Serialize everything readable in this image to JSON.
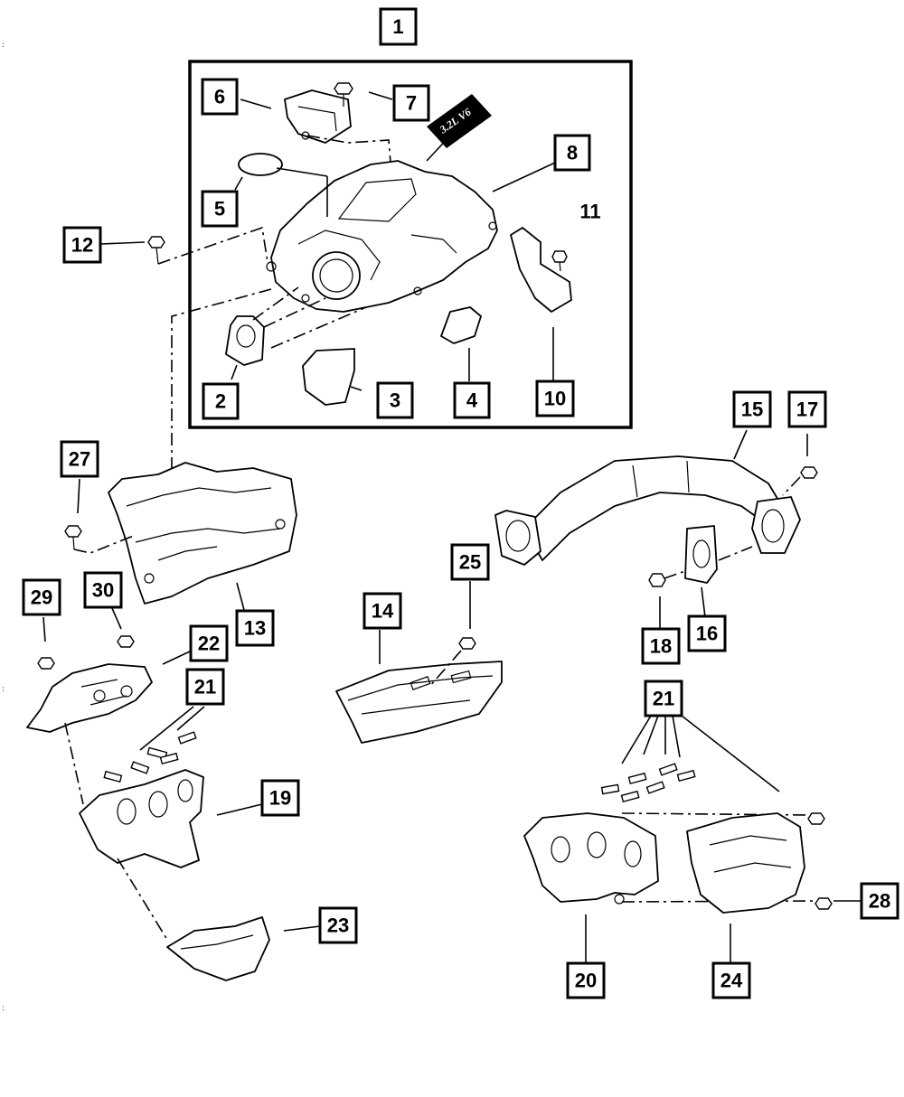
{
  "diagram": {
    "callouts": [
      {
        "id": "c1",
        "label": "1"
      },
      {
        "id": "c2",
        "label": "2"
      },
      {
        "id": "c3",
        "label": "3"
      },
      {
        "id": "c4",
        "label": "4"
      },
      {
        "id": "c5",
        "label": "5"
      },
      {
        "id": "c6",
        "label": "6"
      },
      {
        "id": "c7",
        "label": "7"
      },
      {
        "id": "c8",
        "label": "8"
      },
      {
        "id": "c10",
        "label": "10"
      },
      {
        "id": "c12",
        "label": "12"
      },
      {
        "id": "c13",
        "label": "13"
      },
      {
        "id": "c14",
        "label": "14"
      },
      {
        "id": "c15",
        "label": "15"
      },
      {
        "id": "c16",
        "label": "16"
      },
      {
        "id": "c17",
        "label": "17"
      },
      {
        "id": "c18",
        "label": "18"
      },
      {
        "id": "c19",
        "label": "19"
      },
      {
        "id": "c20",
        "label": "20"
      },
      {
        "id": "c21a",
        "label": "21"
      },
      {
        "id": "c21b",
        "label": "21"
      },
      {
        "id": "c22",
        "label": "22"
      },
      {
        "id": "c23",
        "label": "23"
      },
      {
        "id": "c24",
        "label": "24"
      },
      {
        "id": "c25",
        "label": "25"
      },
      {
        "id": "c27",
        "label": "27"
      },
      {
        "id": "c28",
        "label": "28"
      },
      {
        "id": "c29",
        "label": "29"
      },
      {
        "id": "c30",
        "label": "30"
      }
    ],
    "label_11": "11",
    "emblem_text": "3.2L V6"
  }
}
